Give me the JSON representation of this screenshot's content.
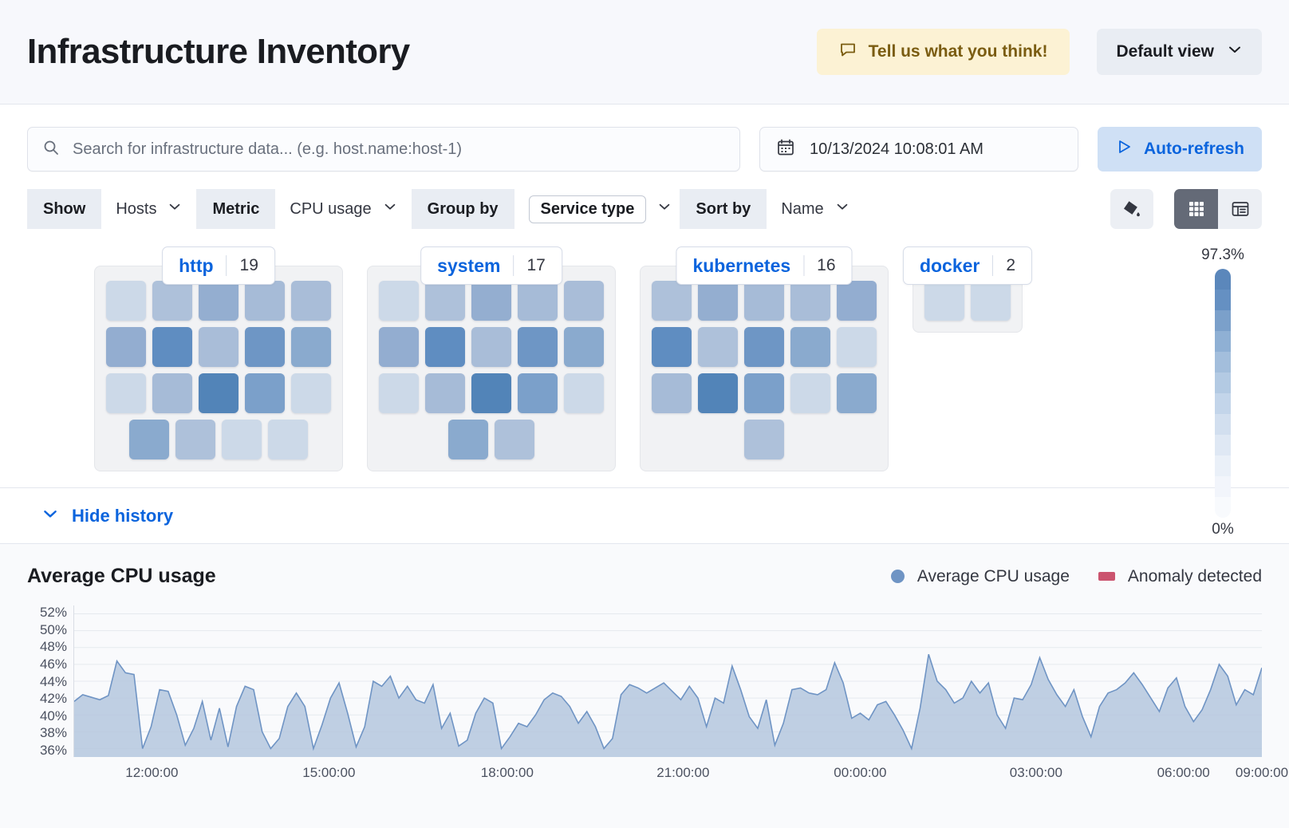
{
  "header": {
    "title": "Infrastructure Inventory",
    "feedback_label": "Tell us what you think!",
    "feedback_icon": "comment-icon",
    "view_label": "Default view",
    "view_icon": "chevron-down-icon",
    "feedback_bg": "#fcf2d4",
    "feedback_fg": "#7a5c11"
  },
  "search": {
    "placeholder": "Search for infrastructure data... (e.g. host.name:host-1)",
    "value": "",
    "icon": "search-icon"
  },
  "datepicker": {
    "value": "10/13/2024 10:08:01 AM",
    "icon": "calendar-icon"
  },
  "refresh": {
    "label": "Auto-refresh",
    "icon": "play-icon",
    "bg": "#cfe0f5",
    "fg": "#0b64dd"
  },
  "filters": [
    {
      "label": "Show",
      "value": "Hosts",
      "boxed": false
    },
    {
      "label": "Metric",
      "value": "CPU usage",
      "boxed": false
    },
    {
      "label": "Group by",
      "value": "Service type",
      "boxed": true
    },
    {
      "label": "Sort by",
      "value": "Name",
      "boxed": false
    }
  ],
  "view_controls": {
    "palette_icon": "paint-bucket-icon",
    "grid_icon": "grid-view-icon",
    "table_icon": "table-view-icon",
    "active": "grid"
  },
  "waffle": {
    "legend": {
      "max": "97.3%",
      "min": "0%"
    },
    "legend_colors": [
      "#5b87bb",
      "#6590c2",
      "#7ba0ca",
      "#8fb0d4",
      "#a3bedc",
      "#b3cae3",
      "#c3d5ea",
      "#d2dfef",
      "#dfe8f4",
      "#eaf0f8",
      "#f2f5fb",
      "#f8fafd"
    ],
    "groups": [
      {
        "name": "http",
        "count": "19",
        "rows": [
          [
            "#ccd9e8",
            "#aec1da",
            "#94aed0",
            "#a6bbd7",
            "#a9bdd8"
          ],
          [
            "#93add0",
            "#5f8dc1",
            "#a9bdd8",
            "#6e96c5",
            "#8aaace"
          ],
          [
            "#ccd9e8",
            "#a6bbd7",
            "#5284b8",
            "#7ba0ca",
            "#ccd9e8"
          ],
          [
            "#8aaace",
            "#aec1da",
            "#ccd9e8",
            "#ccd9e8"
          ]
        ]
      },
      {
        "name": "system",
        "count": "17",
        "rows": [
          [
            "#ccd9e8",
            "#aec1da",
            "#94aed0",
            "#a6bbd7",
            "#a9bdd8"
          ],
          [
            "#93add0",
            "#5f8dc1",
            "#a9bdd8",
            "#6e96c5",
            "#8aaace"
          ],
          [
            "#ccd9e8",
            "#a6bbd7",
            "#5284b8",
            "#7ba0ca",
            "#ccd9e8"
          ],
          [
            "#8aaace",
            "#aec1da"
          ]
        ]
      },
      {
        "name": "kubernetes",
        "count": "16",
        "rows": [
          [
            "#aec1da",
            "#94aed0",
            "#a6bbd7",
            "#a9bdd8",
            "#93add0"
          ],
          [
            "#5f8dc1",
            "#aec1da",
            "#6e96c5",
            "#8aaace",
            "#ccd9e8"
          ],
          [
            "#a6bbd7",
            "#5284b8",
            "#7ba0ca",
            "#ccd9e8",
            "#8aaace"
          ],
          [
            "#aec1da"
          ]
        ]
      },
      {
        "name": "docker",
        "count": "2",
        "rows": [
          [
            "#ccd9e8",
            "#ccd9e8"
          ]
        ]
      }
    ]
  },
  "history": {
    "toggle_label": "Hide history",
    "toggle_icon": "chevron-down-icon"
  },
  "chart_data": {
    "type": "area",
    "title": "Average CPU usage",
    "xlabel": "",
    "ylabel": "",
    "grid": true,
    "legend_position": "top-right",
    "legend": [
      {
        "name": "Average CPU usage",
        "color": "#6f94c4",
        "marker": "circle"
      },
      {
        "name": "Anomaly detected",
        "color": "#cb546f",
        "marker": "rect"
      }
    ],
    "ylim": [
      35,
      53
    ],
    "yticks": [
      "52%",
      "50%",
      "48%",
      "46%",
      "44%",
      "42%",
      "40%",
      "38%",
      "36%"
    ],
    "ytick_values": [
      52,
      50,
      48,
      46,
      44,
      42,
      40,
      38,
      36
    ],
    "xticks": [
      "12:00:00",
      "15:00:00",
      "18:00:00",
      "21:00:00",
      "00:00:00",
      "03:00:00",
      "06:00:00",
      "09:00:00"
    ],
    "xtick_positions": [
      0.066,
      0.215,
      0.365,
      0.513,
      0.662,
      0.81,
      0.934,
      1.0
    ],
    "series": [
      {
        "name": "Average CPU usage",
        "color": "#6f94c4",
        "fill": "#b5c7de",
        "values": [
          41.6,
          42.4,
          42.1,
          41.8,
          42.3,
          46.4,
          45.0,
          44.8,
          36.0,
          38.6,
          43.0,
          42.8,
          40.0,
          36.4,
          38.4,
          41.6,
          37.0,
          40.8,
          36.2,
          41.0,
          43.4,
          43.0,
          38.0,
          36.0,
          37.2,
          41.0,
          42.6,
          41.0,
          36.0,
          38.8,
          42.0,
          43.8,
          40.2,
          36.2,
          38.6,
          44.0,
          43.4,
          44.6,
          42.0,
          43.4,
          41.8,
          41.4,
          43.6,
          38.4,
          40.2,
          36.3,
          37.0,
          40.2,
          42.0,
          41.4,
          36.0,
          37.4,
          39.0,
          38.6,
          40.0,
          41.8,
          42.6,
          42.2,
          41.0,
          39.0,
          40.4,
          38.6,
          36.0,
          37.2,
          42.4,
          43.6,
          43.2,
          42.6,
          43.2,
          43.8,
          42.8,
          41.8,
          43.4,
          42.0,
          38.6,
          42.0,
          41.4,
          45.8,
          43.0,
          39.8,
          38.4,
          41.8,
          36.4,
          39.0,
          43.0,
          43.2,
          42.6,
          42.4,
          43.0,
          46.2,
          43.8,
          39.6,
          40.2,
          39.4,
          41.2,
          41.6,
          40.0,
          38.2,
          36.0,
          40.8,
          47.2,
          44.0,
          43.0,
          41.4,
          42.0,
          44.0,
          42.6,
          43.8,
          40.0,
          38.4,
          42.0,
          41.8,
          43.6,
          46.8,
          44.2,
          42.4,
          41.0,
          43.0,
          39.8,
          37.4,
          41.0,
          42.6,
          43.0,
          43.8,
          45.0,
          43.6,
          42.0,
          40.4,
          43.2,
          44.4,
          41.0,
          39.2,
          40.6,
          43.0,
          46.0,
          44.6,
          41.2,
          43.0,
          42.4,
          45.6
        ]
      }
    ]
  }
}
